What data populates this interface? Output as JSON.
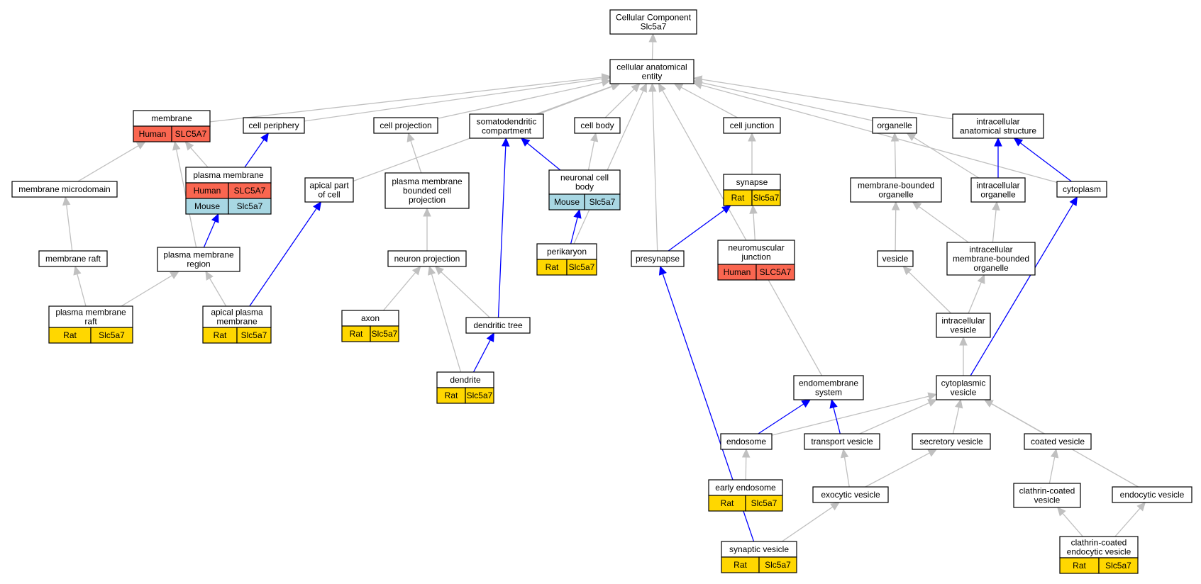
{
  "colors": {
    "gray_edge": "#c0c0c0",
    "blue_edge": "#0000ff",
    "Human": "#fa6650",
    "Mouse": "#a8d7e3",
    "Rat": "#ffd700"
  },
  "nodes": [
    {
      "id": "cc",
      "lines": [
        "Cellular Component",
        "Slc5a7"
      ]
    },
    {
      "id": "cae",
      "lines": [
        "cellular anatomical",
        "entity"
      ]
    },
    {
      "id": "membrane",
      "lines": [
        "membrane"
      ],
      "annotations": [
        {
          "species": "Human",
          "gene": "SLC5A7"
        }
      ]
    },
    {
      "id": "cell_periphery",
      "lines": [
        "cell periphery"
      ]
    },
    {
      "id": "cell_projection",
      "lines": [
        "cell projection"
      ]
    },
    {
      "id": "somatodendritic",
      "lines": [
        "somatodendritic",
        "compartment"
      ]
    },
    {
      "id": "cell_body",
      "lines": [
        "cell body"
      ]
    },
    {
      "id": "cell_junction",
      "lines": [
        "cell junction"
      ]
    },
    {
      "id": "organelle",
      "lines": [
        "organelle"
      ]
    },
    {
      "id": "intra_anat",
      "lines": [
        "intracellular",
        "anatomical structure"
      ]
    },
    {
      "id": "plasma_membrane",
      "lines": [
        "plasma membrane"
      ],
      "annotations": [
        {
          "species": "Human",
          "gene": "SLC5A7"
        },
        {
          "species": "Mouse",
          "gene": "Slc5a7"
        }
      ]
    },
    {
      "id": "membrane_microdomain",
      "lines": [
        "membrane microdomain"
      ]
    },
    {
      "id": "apical_part",
      "lines": [
        "apical part",
        "of cell"
      ]
    },
    {
      "id": "pm_bounded",
      "lines": [
        "plasma membrane",
        "bounded cell",
        "projection"
      ]
    },
    {
      "id": "neuronal_cell_body",
      "lines": [
        "neuronal cell",
        "body"
      ],
      "annotations": [
        {
          "species": "Mouse",
          "gene": "Slc5a7"
        }
      ]
    },
    {
      "id": "synapse",
      "lines": [
        "synapse"
      ],
      "annotations": [
        {
          "species": "Rat",
          "gene": "Slc5a7"
        }
      ]
    },
    {
      "id": "membrane_bounded_org",
      "lines": [
        "membrane-bounded",
        "organelle"
      ]
    },
    {
      "id": "intracellular_org",
      "lines": [
        "intracellular",
        "organelle"
      ]
    },
    {
      "id": "cytoplasm",
      "lines": [
        "cytoplasm"
      ]
    },
    {
      "id": "membrane_raft",
      "lines": [
        "membrane raft"
      ]
    },
    {
      "id": "pm_region",
      "lines": [
        "plasma membrane",
        "region"
      ]
    },
    {
      "id": "neuron_projection",
      "lines": [
        "neuron projection"
      ]
    },
    {
      "id": "perikaryon",
      "lines": [
        "perikaryon"
      ],
      "annotations": [
        {
          "species": "Rat",
          "gene": "Slc5a7"
        }
      ]
    },
    {
      "id": "presynapse",
      "lines": [
        "presynapse"
      ]
    },
    {
      "id": "nmj",
      "lines": [
        "neuromuscular",
        "junction"
      ],
      "annotations": [
        {
          "species": "Human",
          "gene": "SLC5A7"
        }
      ]
    },
    {
      "id": "vesicle",
      "lines": [
        "vesicle"
      ]
    },
    {
      "id": "intra_mbo",
      "lines": [
        "intracellular",
        "membrane-bounded",
        "organelle"
      ]
    },
    {
      "id": "pm_raft",
      "lines": [
        "plasma membrane",
        "raft"
      ],
      "annotations": [
        {
          "species": "Rat",
          "gene": "Slc5a7"
        }
      ]
    },
    {
      "id": "apical_pm",
      "lines": [
        "apical plasma",
        "membrane"
      ],
      "annotations": [
        {
          "species": "Rat",
          "gene": "Slc5a7"
        }
      ]
    },
    {
      "id": "axon",
      "lines": [
        "axon"
      ],
      "annotations": [
        {
          "species": "Rat",
          "gene": "Slc5a7"
        }
      ]
    },
    {
      "id": "dendritic_tree",
      "lines": [
        "dendritic tree"
      ]
    },
    {
      "id": "intracellular_vesicle",
      "lines": [
        "intracellular",
        "vesicle"
      ]
    },
    {
      "id": "dendrite",
      "lines": [
        "dendrite"
      ],
      "annotations": [
        {
          "species": "Rat",
          "gene": "Slc5a7"
        }
      ]
    },
    {
      "id": "endomembrane",
      "lines": [
        "endomembrane",
        "system"
      ]
    },
    {
      "id": "cytoplasmic_vesicle",
      "lines": [
        "cytoplasmic",
        "vesicle"
      ]
    },
    {
      "id": "endosome",
      "lines": [
        "endosome"
      ]
    },
    {
      "id": "transport_vesicle",
      "lines": [
        "transport vesicle"
      ]
    },
    {
      "id": "secretory_vesicle",
      "lines": [
        "secretory vesicle"
      ]
    },
    {
      "id": "coated_vesicle",
      "lines": [
        "coated vesicle"
      ]
    },
    {
      "id": "early_endosome",
      "lines": [
        "early endosome"
      ],
      "annotations": [
        {
          "species": "Rat",
          "gene": "Slc5a7"
        }
      ]
    },
    {
      "id": "exocytic_vesicle",
      "lines": [
        "exocytic vesicle"
      ]
    },
    {
      "id": "clathrin_coated",
      "lines": [
        "clathrin-coated",
        "vesicle"
      ]
    },
    {
      "id": "endocytic_vesicle",
      "lines": [
        "endocytic vesicle"
      ]
    },
    {
      "id": "synaptic_vesicle",
      "lines": [
        "synaptic vesicle"
      ],
      "annotations": [
        {
          "species": "Rat",
          "gene": "Slc5a7"
        }
      ]
    },
    {
      "id": "clathrin_endocytic",
      "lines": [
        "clathrin-coated",
        "endocytic vesicle"
      ],
      "annotations": [
        {
          "species": "Rat",
          "gene": "Slc5a7"
        }
      ]
    }
  ],
  "edges": [
    {
      "from": "cae",
      "to": "cc",
      "color": "gray"
    },
    {
      "from": "membrane",
      "to": "cae",
      "color": "gray"
    },
    {
      "from": "cell_periphery",
      "to": "cae",
      "color": "gray"
    },
    {
      "from": "apical_part",
      "to": "cae",
      "color": "gray"
    },
    {
      "from": "cell_projection",
      "to": "cae",
      "color": "gray"
    },
    {
      "from": "somatodendritic",
      "to": "cae",
      "color": "gray"
    },
    {
      "from": "cell_body",
      "to": "cae",
      "color": "gray"
    },
    {
      "from": "perikaryon",
      "to": "cae",
      "color": "gray"
    },
    {
      "from": "presynapse",
      "to": "cae",
      "color": "gray"
    },
    {
      "from": "cell_junction",
      "to": "cae",
      "color": "gray"
    },
    {
      "from": "endomembrane",
      "to": "cae",
      "color": "gray"
    },
    {
      "from": "organelle",
      "to": "cae",
      "color": "gray"
    },
    {
      "from": "intra_anat",
      "to": "cae",
      "color": "gray"
    },
    {
      "from": "cytoplasm",
      "to": "cae",
      "color": "gray"
    },
    {
      "from": "plasma_membrane",
      "to": "membrane",
      "color": "gray"
    },
    {
      "from": "plasma_membrane",
      "to": "cell_periphery",
      "color": "blue"
    },
    {
      "from": "membrane_microdomain",
      "to": "membrane",
      "color": "gray"
    },
    {
      "from": "pm_region",
      "to": "membrane",
      "color": "gray"
    },
    {
      "from": "pm_region",
      "to": "plasma_membrane",
      "color": "blue"
    },
    {
      "from": "membrane_raft",
      "to": "membrane_microdomain",
      "color": "gray"
    },
    {
      "from": "pm_raft",
      "to": "membrane_raft",
      "color": "gray"
    },
    {
      "from": "pm_raft",
      "to": "pm_region",
      "color": "gray"
    },
    {
      "from": "apical_pm",
      "to": "pm_region",
      "color": "gray"
    },
    {
      "from": "apical_pm",
      "to": "apical_part",
      "color": "blue"
    },
    {
      "from": "pm_bounded",
      "to": "cell_projection",
      "color": "gray"
    },
    {
      "from": "neuron_projection",
      "to": "pm_bounded",
      "color": "gray"
    },
    {
      "from": "axon",
      "to": "neuron_projection",
      "color": "gray"
    },
    {
      "from": "dendrite",
      "to": "neuron_projection",
      "color": "gray"
    },
    {
      "from": "dendritic_tree",
      "to": "neuron_projection",
      "color": "gray"
    },
    {
      "from": "dendritic_tree",
      "to": "somatodendritic",
      "color": "blue"
    },
    {
      "from": "dendrite",
      "to": "dendritic_tree",
      "color": "blue"
    },
    {
      "from": "neuronal_cell_body",
      "to": "cell_body",
      "color": "gray"
    },
    {
      "from": "neuronal_cell_body",
      "to": "somatodendritic",
      "color": "blue"
    },
    {
      "from": "perikaryon",
      "to": "neuronal_cell_body",
      "color": "blue"
    },
    {
      "from": "synapse",
      "to": "cell_junction",
      "color": "gray"
    },
    {
      "from": "presynapse",
      "to": "synapse",
      "color": "blue"
    },
    {
      "from": "nmj",
      "to": "synapse",
      "color": "gray"
    },
    {
      "from": "synaptic_vesicle",
      "to": "presynapse",
      "color": "blue"
    },
    {
      "from": "membrane_bounded_org",
      "to": "organelle",
      "color": "gray"
    },
    {
      "from": "intracellular_org",
      "to": "organelle",
      "color": "gray"
    },
    {
      "from": "intracellular_org",
      "to": "intra_anat",
      "color": "blue"
    },
    {
      "from": "cytoplasm",
      "to": "intra_anat",
      "color": "blue"
    },
    {
      "from": "vesicle",
      "to": "membrane_bounded_org",
      "color": "gray"
    },
    {
      "from": "intra_mbo",
      "to": "membrane_bounded_org",
      "color": "gray"
    },
    {
      "from": "intra_mbo",
      "to": "intracellular_org",
      "color": "gray"
    },
    {
      "from": "intracellular_vesicle",
      "to": "vesicle",
      "color": "gray"
    },
    {
      "from": "intracellular_vesicle",
      "to": "intra_mbo",
      "color": "gray"
    },
    {
      "from": "cytoplasmic_vesicle",
      "to": "intracellular_vesicle",
      "color": "gray"
    },
    {
      "from": "cytoplasmic_vesicle",
      "to": "cytoplasm",
      "color": "blue"
    },
    {
      "from": "endosome",
      "to": "cytoplasmic_vesicle",
      "color": "gray"
    },
    {
      "from": "endosome",
      "to": "endomembrane",
      "color": "blue"
    },
    {
      "from": "transport_vesicle",
      "to": "cytoplasmic_vesicle",
      "color": "gray"
    },
    {
      "from": "transport_vesicle",
      "to": "endomembrane",
      "color": "blue"
    },
    {
      "from": "secretory_vesicle",
      "to": "cytoplasmic_vesicle",
      "color": "gray"
    },
    {
      "from": "coated_vesicle",
      "to": "cytoplasmic_vesicle",
      "color": "gray"
    },
    {
      "from": "endocytic_vesicle",
      "to": "cytoplasmic_vesicle",
      "color": "gray"
    },
    {
      "from": "early_endosome",
      "to": "endosome",
      "color": "gray"
    },
    {
      "from": "exocytic_vesicle",
      "to": "transport_vesicle",
      "color": "gray"
    },
    {
      "from": "exocytic_vesicle",
      "to": "secretory_vesicle",
      "color": "gray"
    },
    {
      "from": "clathrin_coated",
      "to": "coated_vesicle",
      "color": "gray"
    },
    {
      "from": "synaptic_vesicle",
      "to": "exocytic_vesicle",
      "color": "gray"
    },
    {
      "from": "clathrin_endocytic",
      "to": "clathrin_coated",
      "color": "gray"
    },
    {
      "from": "clathrin_endocytic",
      "to": "endocytic_vesicle",
      "color": "gray"
    }
  ]
}
